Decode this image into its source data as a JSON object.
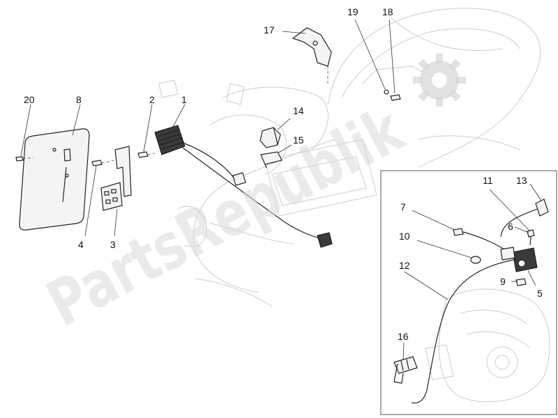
{
  "callouts": {
    "c1": "1",
    "c2": "2",
    "c3": "3",
    "c4": "4",
    "c5": "5",
    "c6": "6",
    "c7": "7",
    "c8": "8",
    "c9": "9",
    "c10": "10",
    "c11": "11",
    "c12": "12",
    "c13": "13",
    "c14": "14",
    "c15": "15",
    "c16": "16",
    "c17": "17",
    "c18": "18",
    "c19": "19",
    "c20": "20"
  },
  "watermark": {
    "text": "PartsRepublik"
  },
  "colors": {
    "line": "#222222",
    "ghost": "#c9ccd1",
    "watermark": "#d9dadc"
  }
}
